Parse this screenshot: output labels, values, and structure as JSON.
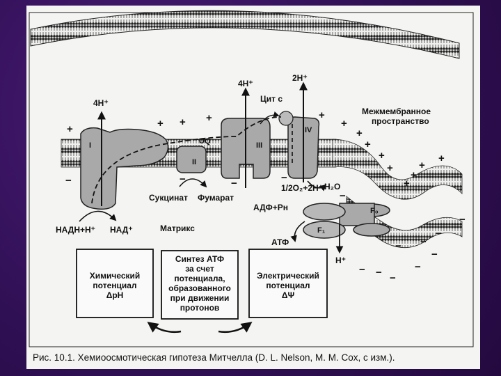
{
  "diagram": {
    "labels": {
      "four_h_left": "4H⁺",
      "four_h_mid": "4H⁺",
      "two_h": "2H⁺",
      "cyt_c": "Цит с",
      "intermembrane_1": "Межмембранное",
      "intermembrane_2": "пространство",
      "complex_I": "I",
      "complex_II": "II",
      "complex_III": "III",
      "complex_IV": "IV",
      "ubiquinone": "UQ",
      "water_reaction": "1/2O₂+2H⁺",
      "water": "H₂O",
      "succinate": "Сукцинат",
      "fumarate": "Фумарат",
      "adp": "АДФ+Pн",
      "f0": "F₀",
      "f1": "F₁",
      "atp": "АТФ",
      "h_out": "H⁺",
      "nadh": "НАДН+Н⁺",
      "nad": "НАД⁺",
      "matrix": "Матрикс"
    },
    "boxes": {
      "chemical": [
        "Химический",
        "потенциал",
        "ΔpH"
      ],
      "synthesis": [
        "Синтез АТФ",
        "за счет",
        "потенциала,",
        "образованного",
        "при движении",
        "протонов"
      ],
      "electric": [
        "Электрический",
        "потенциал",
        "ΔΨ"
      ]
    },
    "plus_sign": "+",
    "minus_sign": "−"
  },
  "caption": {
    "text": "Рис. 10.1. Хемиоосмотическая гипотеза Митчелла (D. L. Nelson, M. M. Cox, с изм.)."
  },
  "colors": {
    "background": "#3a1460",
    "sheet": "#f4f4f2",
    "protein": "#a9a9a9",
    "ink": "#111111"
  }
}
